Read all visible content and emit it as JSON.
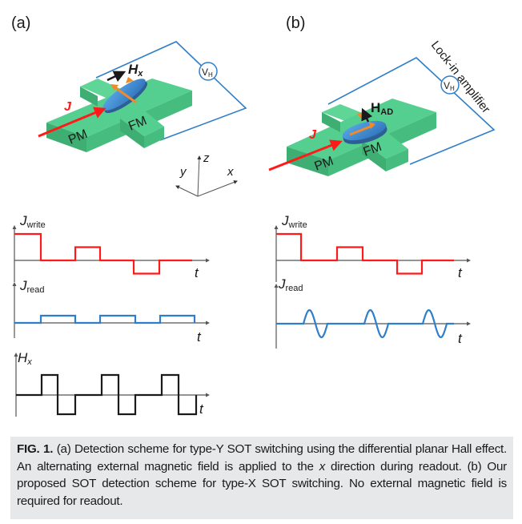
{
  "panels": {
    "a": {
      "label": "(a)",
      "current_label": "J",
      "field_label": "H",
      "field_sub": "x",
      "voltmeter": "V",
      "voltmeter_sub": "H",
      "layer_pm": "PM",
      "layer_fm": "FM",
      "axes": {
        "z": "z",
        "y": "y",
        "x": "x"
      }
    },
    "b": {
      "label": "(b)",
      "current_label": "J",
      "field_label": "H",
      "field_sub": "AD",
      "voltmeter": "V",
      "voltmeter_sub": "H",
      "instrument": "Lock-in amplifier",
      "layer_pm": "PM",
      "layer_fm": "FM"
    }
  },
  "waveforms": {
    "a": {
      "jwrite": {
        "symbol": "J",
        "sub": "write",
        "t": "t",
        "levels": [
          1,
          0,
          0.5,
          0,
          -0.5,
          0
        ]
      },
      "jread": {
        "symbol": "J",
        "sub": "read",
        "t": "t",
        "shape": "square pulses",
        "pulses": 3
      },
      "hx": {
        "symbol": "H",
        "sub": "x",
        "t": "t",
        "shape": "bipolar square pulses",
        "pulses": 3
      }
    },
    "b": {
      "jwrite": {
        "symbol": "J",
        "sub": "write",
        "t": "t",
        "levels": [
          1,
          0,
          0.5,
          0,
          -0.5,
          0
        ]
      },
      "jread": {
        "symbol": "J",
        "sub": "read",
        "t": "t",
        "shape": "sine bursts",
        "pulses": 3
      }
    }
  },
  "colors": {
    "write": "#ff1a1a",
    "read": "#2f7ec9",
    "hx": "#1a1a1a",
    "green": "#4fc98a",
    "circuit": "#2f7ec9",
    "caption_bg": "#e7e8ea"
  },
  "caption": {
    "fig_label": "FIG. 1.",
    "part1": " (a) Detection scheme for type-Y SOT switching using the differential planar Hall effect. An alternating external magnetic field is applied to the ",
    "x_italic": "x",
    "part2": " direction during readout. (b) Our proposed SOT detection scheme for type-X SOT switching. No external magnetic field is required for readout."
  }
}
